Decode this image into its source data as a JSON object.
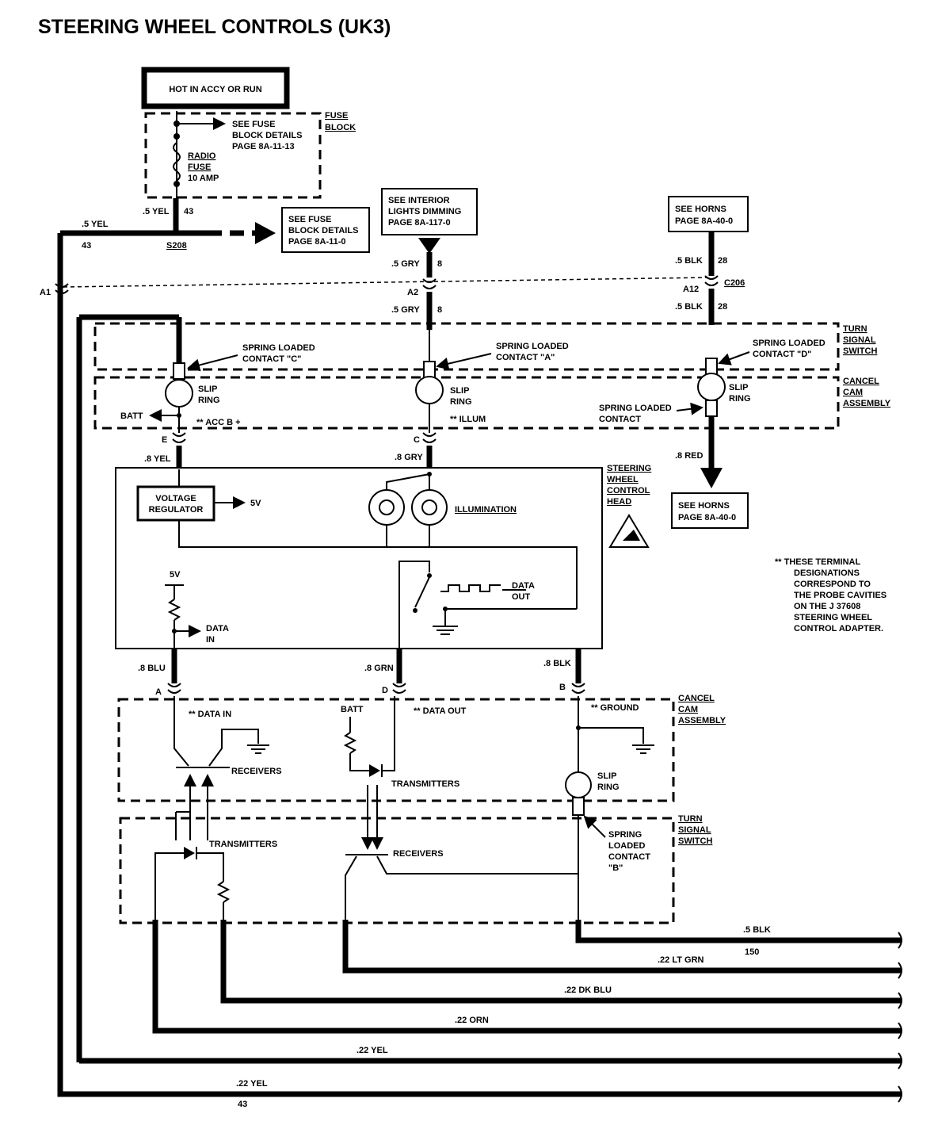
{
  "title": "STEERING WHEEL CONTROLS (UK3)",
  "power_box": "HOT IN ACCY OR RUN",
  "fuse_block": {
    "label": [
      "FUSE",
      "BLOCK"
    ],
    "see_details": [
      "SEE FUSE",
      "BLOCK DETAILS",
      "PAGE 8A-11-13"
    ],
    "fuse_name": [
      "RADIO",
      "FUSE"
    ],
    "fuse_rating": "10 AMP"
  },
  "see_fuse_block_2": [
    "SEE FUSE",
    "BLOCK DETAILS",
    "PAGE 8A-11-0"
  ],
  "see_interior_lights": [
    "SEE INTERIOR",
    "LIGHTS DIMMING",
    "PAGE 8A-117-0"
  ],
  "see_horns_top": [
    "SEE HORNS",
    "PAGE 8A-40-0"
  ],
  "see_horns_bottom": [
    "SEE HORNS",
    "PAGE 8A-40-0"
  ],
  "splice": "S208",
  "connector_c206": "C206",
  "cavities": {
    "a1": "A1",
    "a2": "A2",
    "a12": "A12",
    "e": "E",
    "c": "C",
    "a": "A",
    "d": "D",
    "b": "B"
  },
  "wire_labels": {
    "yel_05_top": ".5 YEL",
    "circuit_43_a": "43",
    "yel_05_left": ".5 YEL",
    "circuit_43_b": "43",
    "gry_05_a": ".5 GRY",
    "circuit_8_a": "8",
    "gry_05_b": ".5 GRY",
    "circuit_8_b": "8",
    "blk_05_a": ".5 BLK",
    "circuit_28_a": "28",
    "blk_05_b": ".5 BLK",
    "circuit_28_b": "28",
    "yel_08": ".8 YEL",
    "gry_08": ".8 GRY",
    "red_08": ".8 RED",
    "blu_08": ".8 BLU",
    "grn_08": ".8 GRN",
    "blk_08": ".8 BLK",
    "blk_05_bottom": ".5 BLK",
    "circuit_150": "150",
    "lt_grn_022": ".22 LT GRN",
    "dk_blu_022": ".22 DK  BLU",
    "orn_022": ".22 ORN",
    "yel_022_a": ".22 YEL",
    "yel_022_b": ".22 YEL",
    "circuit_43_bottom": "43"
  },
  "turn_signal_switch": [
    "TURN",
    "SIGNAL",
    "SWITCH"
  ],
  "cancel_cam_assembly": [
    "CANCEL",
    "CAM",
    "ASSEMBLY"
  ],
  "spring_contact_c": [
    "SPRING LOADED",
    "CONTACT \"C\""
  ],
  "spring_contact_a": [
    "SPRING LOADED",
    "CONTACT \"A\""
  ],
  "spring_contact_d": [
    "SPRING LOADED",
    "CONTACT \"D\""
  ],
  "spring_contact_plain": [
    "SPRING LOADED",
    "CONTACT"
  ],
  "spring_contact_b": [
    "SPRING",
    "LOADED",
    "CONTACT",
    "\"B\""
  ],
  "slip_ring": [
    "SLIP",
    "RING"
  ],
  "batt": "BATT",
  "acc_b": "** ACC B +",
  "illum": "** ILLUM",
  "steering_head": [
    "STEERING",
    "WHEEL",
    "CONTROL",
    "HEAD"
  ],
  "voltage_regulator": [
    "VOLTAGE",
    "REGULATOR"
  ],
  "five_v": "5V",
  "illumination": "ILLUMINATION",
  "data_out": [
    "DATA",
    "OUT"
  ],
  "data_in": [
    "DATA",
    "IN"
  ],
  "term_data_in": "** DATA IN",
  "term_data_out": "** DATA OUT",
  "term_ground": "** GROUND",
  "receivers": "RECEIVERS",
  "transmitters": "TRANSMITTERS",
  "note": [
    "** THESE TERMINAL",
    "DESIGNATIONS",
    "CORRESPOND TO",
    "THE PROBE CAVITIES",
    "ON THE J 37608",
    "STEERING WHEEL",
    "CONTROL ADAPTER."
  ]
}
